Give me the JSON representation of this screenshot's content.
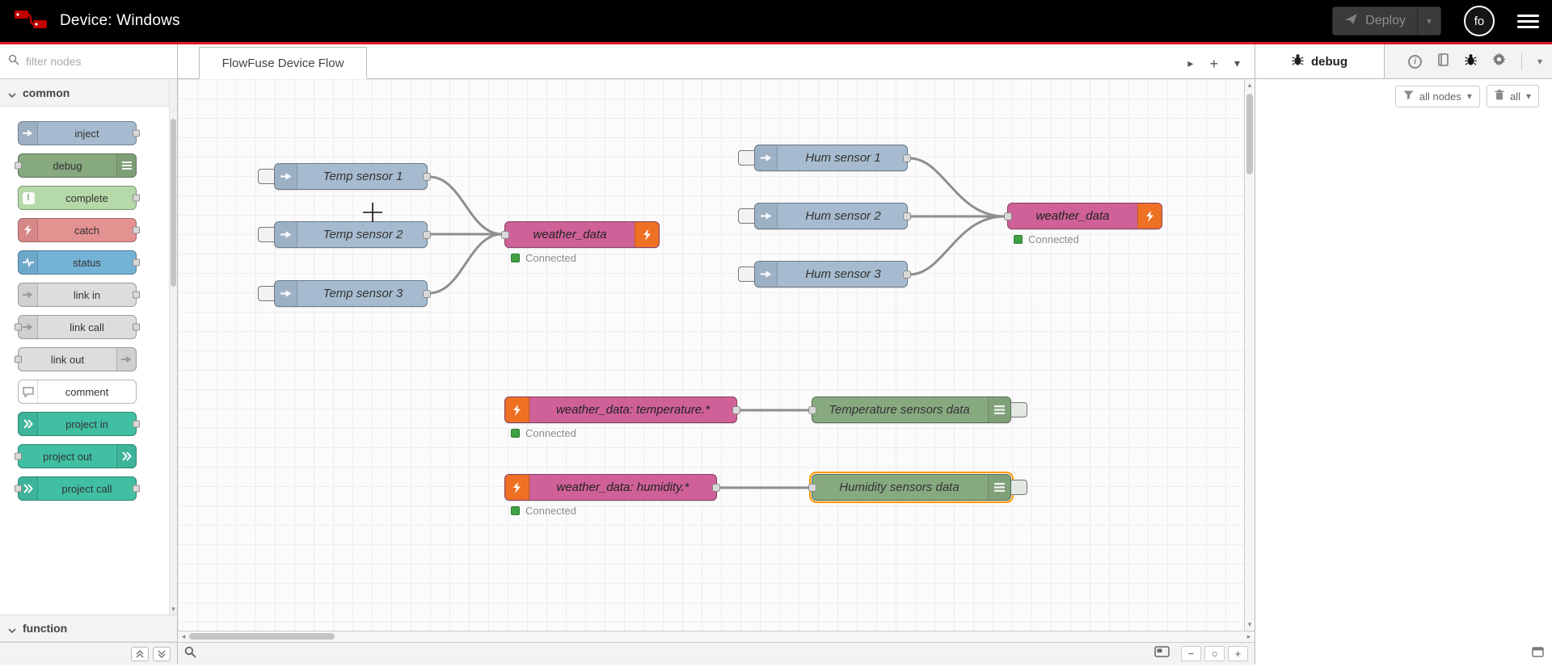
{
  "header": {
    "title": "Device: Windows",
    "deploy_label": "Deploy",
    "avatar_text": "fo"
  },
  "palette": {
    "search_placeholder": "filter nodes",
    "category_common": "common",
    "category_function": "function",
    "nodes": [
      {
        "label": "inject",
        "color": "#a6bbcf",
        "icon": "inject-arrow-icon"
      },
      {
        "label": "debug",
        "color": "#87a980",
        "icon": "debug-list-icon"
      },
      {
        "label": "complete",
        "color": "#b5d9a9",
        "icon": "exclamation-badge-icon"
      },
      {
        "label": "catch",
        "color": "#e49191",
        "icon": "bolt-icon"
      },
      {
        "label": "status",
        "color": "#74b3d6",
        "icon": "heartbeat-icon"
      },
      {
        "label": "link in",
        "color": "#dddddd",
        "icon": "link-arrow-icon"
      },
      {
        "label": "link call",
        "color": "#dddddd",
        "icon": "link-arrow-icon"
      },
      {
        "label": "link out",
        "color": "#dddddd",
        "icon": "link-arrow-icon"
      },
      {
        "label": "comment",
        "color": "#ffffff",
        "icon": "comment-bubble-icon"
      },
      {
        "label": "project in",
        "color": "#41bfa3",
        "icon": "project-link-icon"
      },
      {
        "label": "project out",
        "color": "#41bfa3",
        "icon": "project-link-icon"
      },
      {
        "label": "project call",
        "color": "#41bfa3",
        "icon": "project-link-icon"
      }
    ]
  },
  "workspace": {
    "tab": "FlowFuse Device Flow"
  },
  "canvas": {
    "nodes": [
      {
        "label": "Temp sensor 1",
        "color": "#a6bbcf"
      },
      {
        "label": "Temp sensor 2",
        "color": "#a6bbcf"
      },
      {
        "label": "Temp sensor 3",
        "color": "#a6bbcf"
      },
      {
        "label": "weather_data",
        "color": "#cf6198",
        "status": "Connected"
      },
      {
        "label": "Hum sensor 1",
        "color": "#a6bbcf"
      },
      {
        "label": "Hum sensor 2",
        "color": "#a6bbcf"
      },
      {
        "label": "Hum sensor 3",
        "color": "#a6bbcf"
      },
      {
        "label": "weather_data",
        "color": "#cf6198",
        "status": "Connected"
      },
      {
        "label": "weather_data: temperature.*",
        "color": "#cf6198",
        "status": "Connected"
      },
      {
        "label": "Temperature sensors data",
        "color": "#87a980"
      },
      {
        "label": "weather_data: humidity.*",
        "color": "#cf6198",
        "status": "Connected"
      },
      {
        "label": "Humidity sensors data",
        "color": "#87a980",
        "selected": true
      }
    ]
  },
  "sidebar": {
    "tab": "debug",
    "filter_label": "all nodes",
    "clear_label": "all"
  },
  "colors": {
    "accent_red": "#e01b24",
    "node_orange": "#ee7123",
    "status_green": "#3fa142",
    "selection_orange": "#ff9a00"
  },
  "icons": {
    "caret_down": "▾",
    "caret_up": "▴",
    "caret_right": "▸",
    "caret_left": "◂",
    "plus": "+",
    "minus": "−",
    "zoom_reset": "○",
    "exclamation": "!"
  }
}
